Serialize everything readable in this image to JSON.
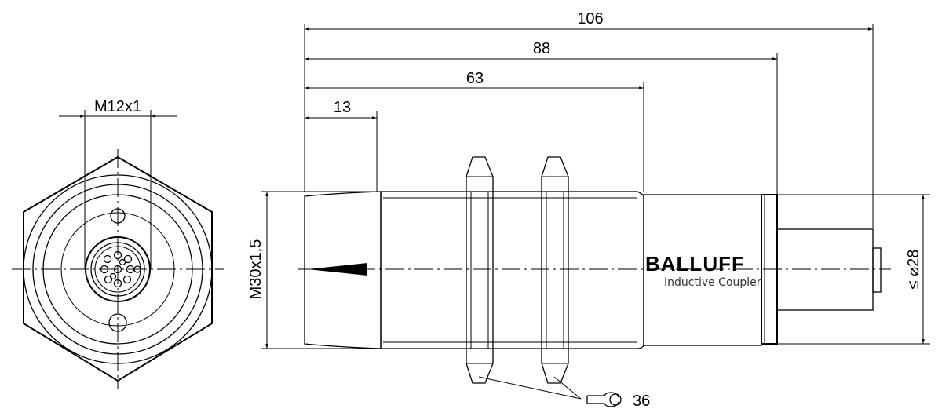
{
  "dimensions": {
    "overall_length": "106",
    "length_88": "88",
    "length_63": "63",
    "length_13": "13",
    "connector_thread": "M12x1",
    "housing_thread": "M30x1,5",
    "coupler_diameter": "≤ ⌀28",
    "wrench_size": "36"
  },
  "logo": {
    "brand": "BALLUFF",
    "product": "Inductive Coupler"
  },
  "icons": [
    "wrench-icon",
    "arrow-marker-icon"
  ]
}
